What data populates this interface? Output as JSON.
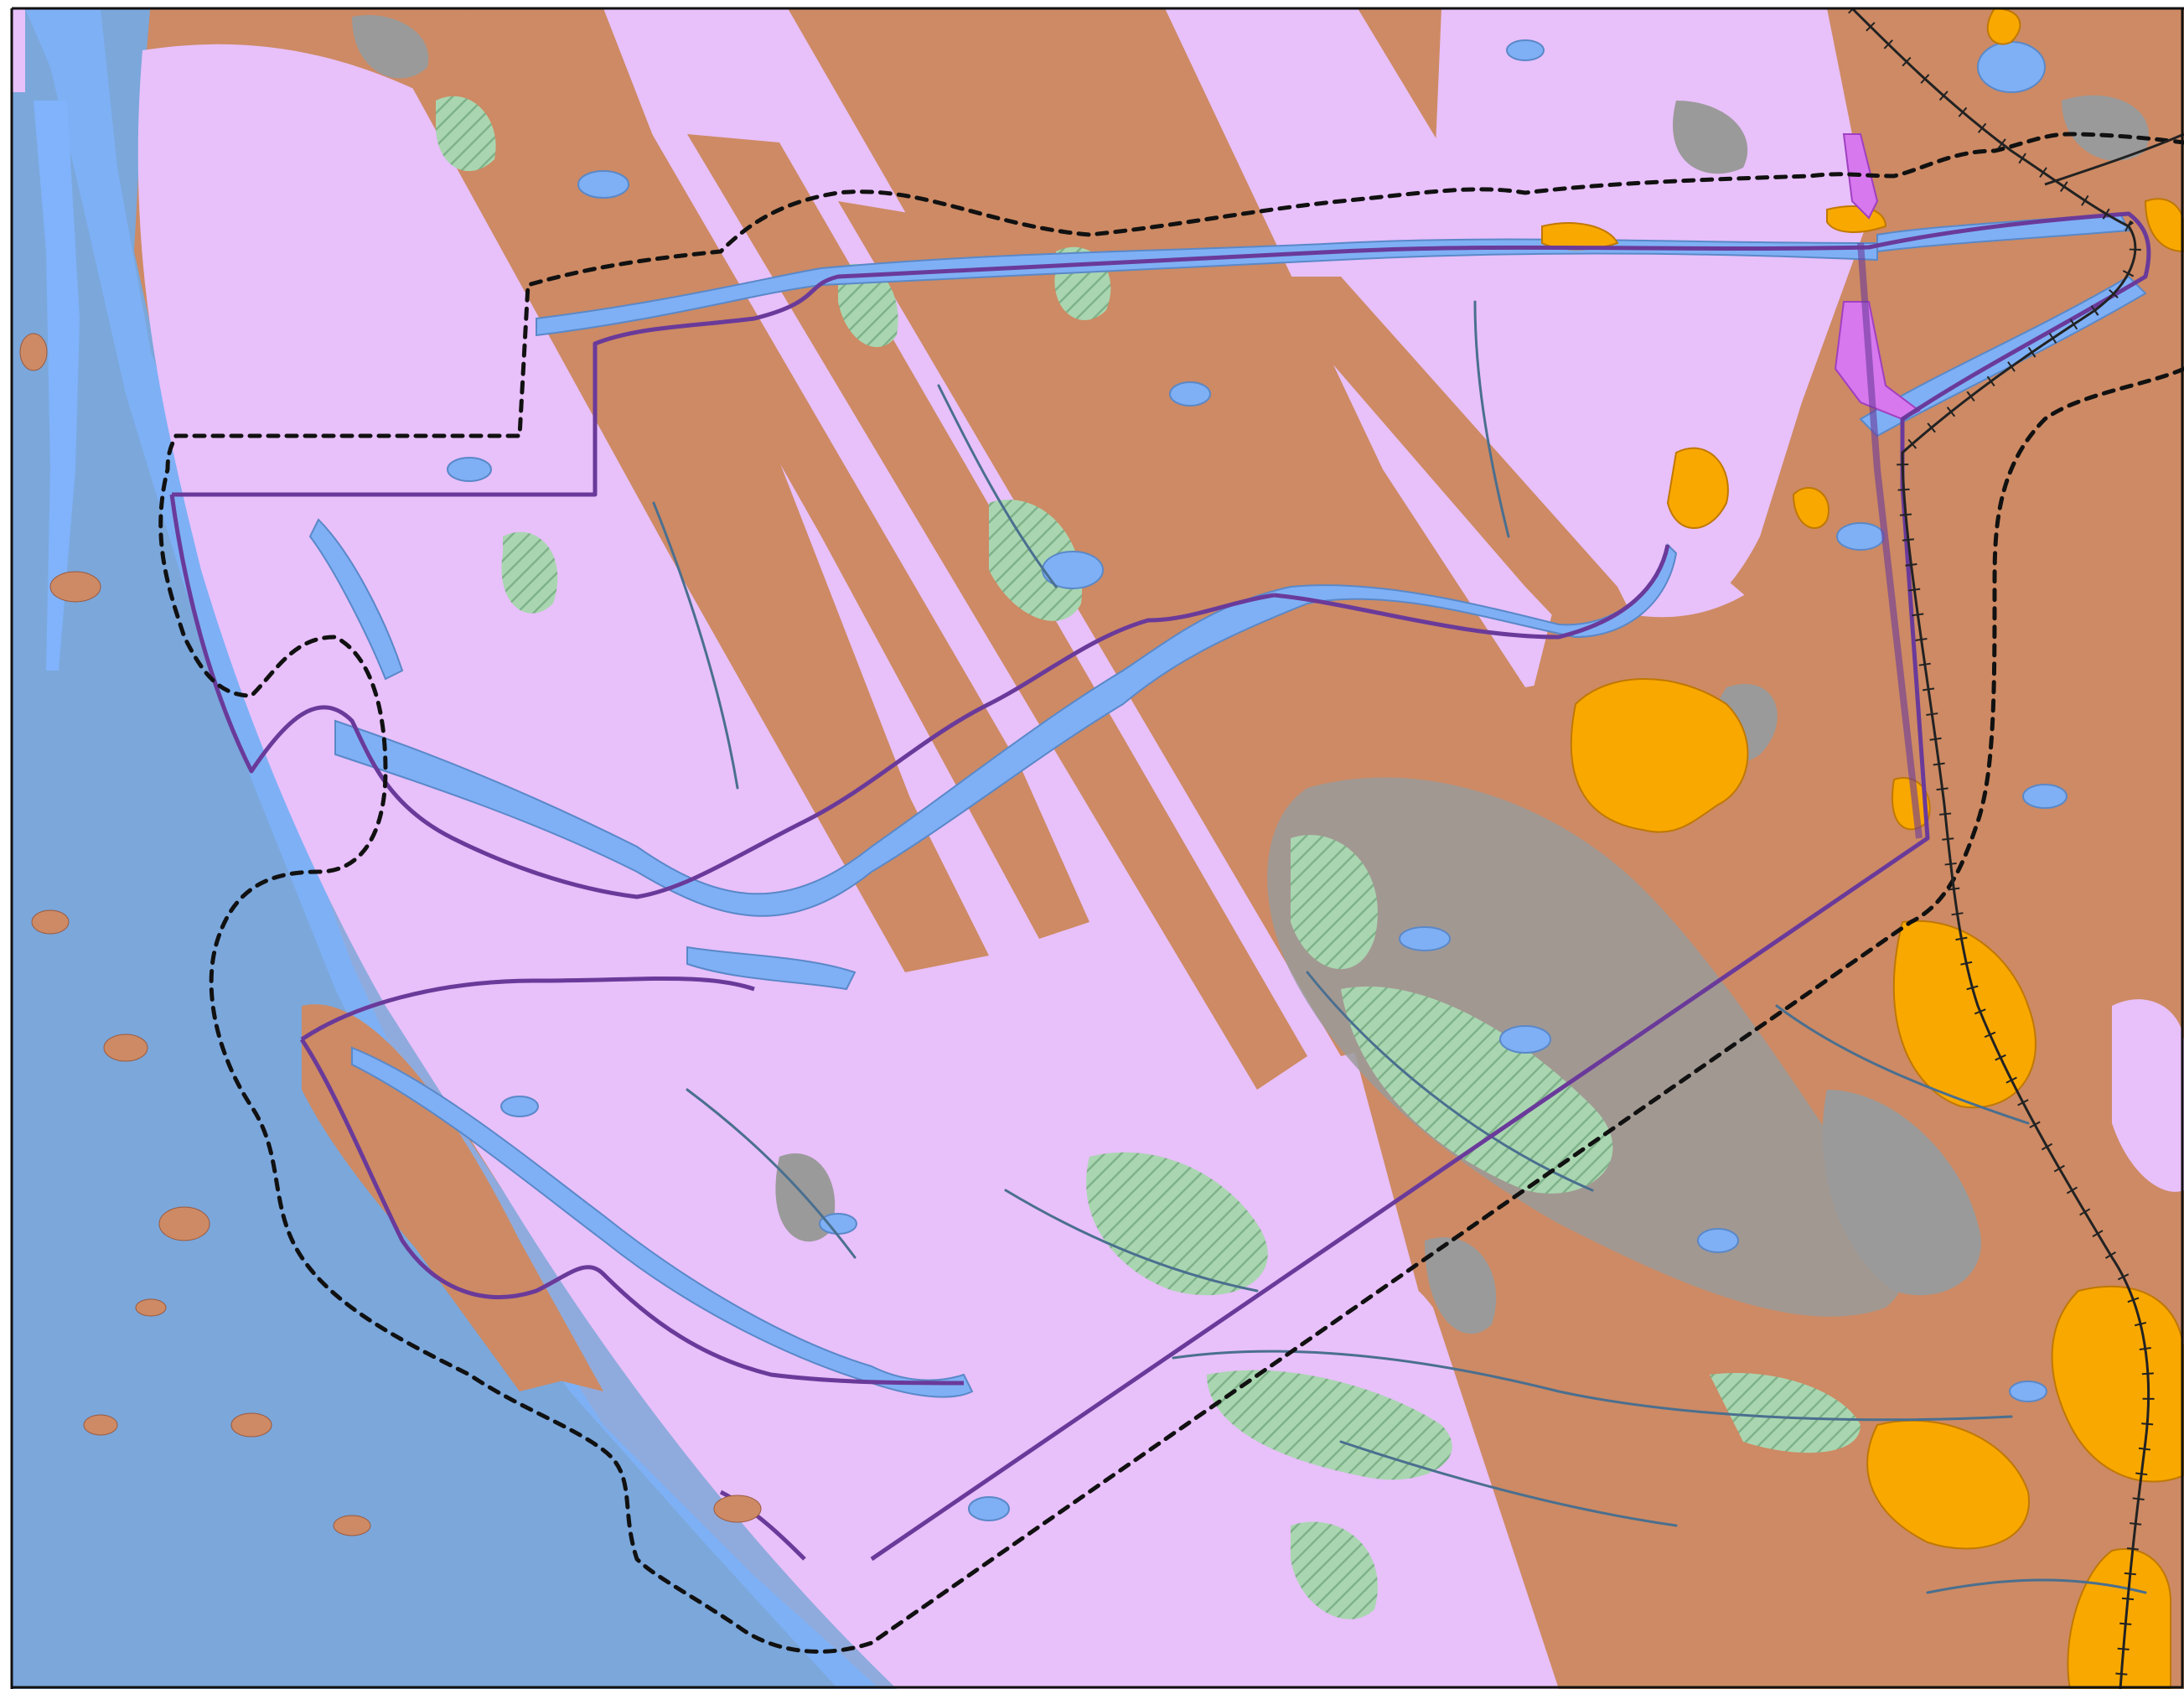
{
  "map": {
    "kind": "geological-landuse-map",
    "colors": {
      "open_sea": "#7ba7db",
      "inner_sea": "#80b3fb",
      "water": "#7fb0f5",
      "zone_pink": "#e8c0fa",
      "zone_brown": "#cd8a64",
      "wetland_gray": "#9a9a9a",
      "hatched_green": "#8fc79a",
      "settlement_orange": "#f9a800",
      "magenta_area": "#d778ef",
      "border_purple": "#6a3a9a",
      "dotted_boundary": "#111111",
      "railway": "#222222",
      "stream": "#4a6f8f"
    },
    "layers": [
      "sea",
      "land-zones",
      "water-bodies",
      "wetlands",
      "hatched-areas",
      "settlements",
      "streams",
      "project-boundary",
      "study-area-dotted",
      "railway"
    ]
  }
}
